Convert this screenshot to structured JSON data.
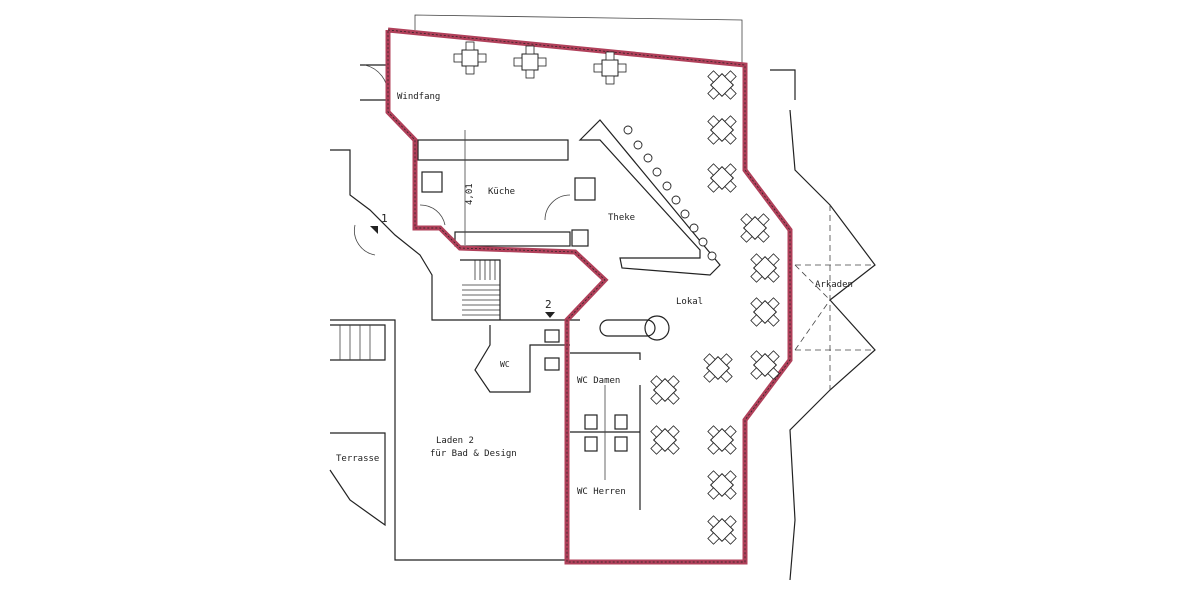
{
  "plan": {
    "labels": {
      "windfang": "Windfang",
      "kueche": "Küche",
      "dimension": "4,01",
      "theke": "Theke",
      "entrance_1": "1",
      "entrance_2": "2",
      "lokal": "Lokal",
      "wc": "WC",
      "wc_damen": "WC Damen",
      "wc_herren": "WC Herren",
      "laden_line1": "Laden 2",
      "laden_line2": "für Bad & Design",
      "terrasse": "Terrasse",
      "arkaden": "Arkaden"
    },
    "colors": {
      "highlight_wall": "#b0405a",
      "wall": "#222222",
      "background": "#ffffff"
    }
  }
}
